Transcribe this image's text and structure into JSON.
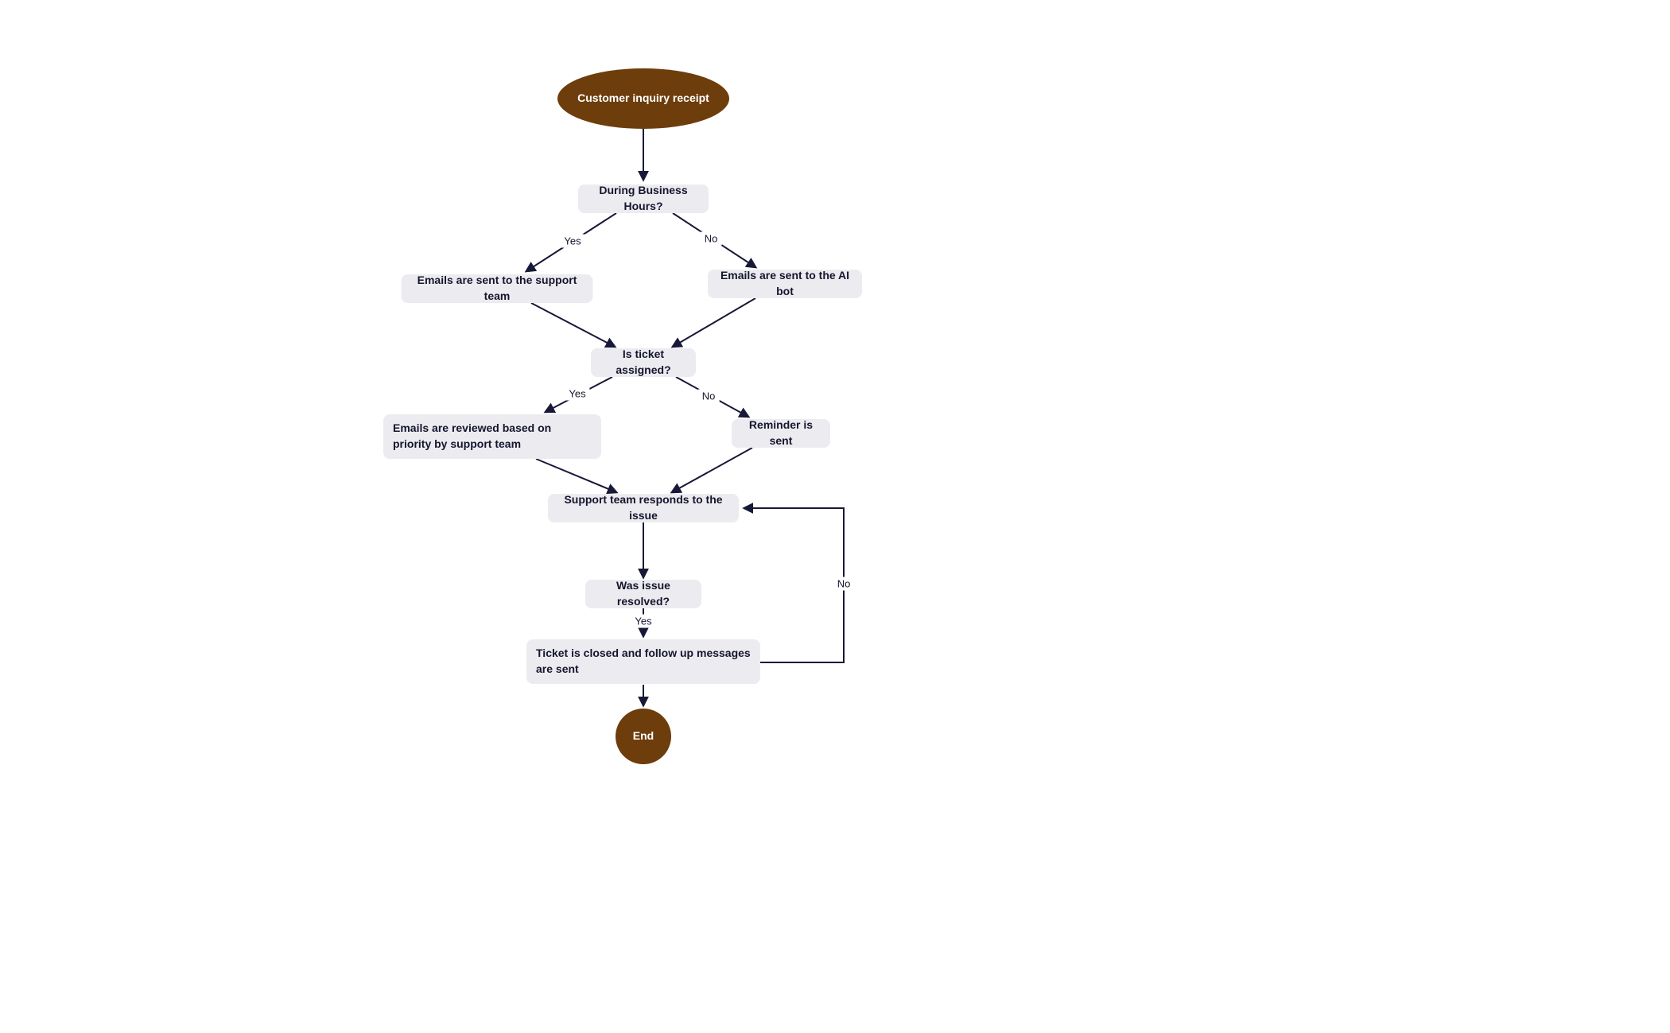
{
  "diagram": {
    "type": "flowchart",
    "nodes": {
      "start": {
        "label": "Customer inquiry receipt",
        "shape": "ellipse"
      },
      "business_hours": {
        "label": "During Business Hours?",
        "shape": "rounded-rect"
      },
      "support_team": {
        "label": "Emails are sent to the support team",
        "shape": "rounded-rect"
      },
      "ai_bot": {
        "label": "Emails are sent to the AI bot",
        "shape": "rounded-rect"
      },
      "ticket_assigned": {
        "label": "Is ticket assigned?",
        "shape": "rounded-rect"
      },
      "reviewed_priority": {
        "label": "Emails are reviewed based on priority by support team",
        "shape": "rounded-rect"
      },
      "reminder": {
        "label": "Reminder is sent",
        "shape": "rounded-rect"
      },
      "responds": {
        "label": "Support team responds to the issue",
        "shape": "rounded-rect"
      },
      "resolved": {
        "label": "Was issue resolved?",
        "shape": "rounded-rect"
      },
      "closed": {
        "label": "Ticket is closed and follow up messages are sent",
        "shape": "rounded-rect"
      },
      "end": {
        "label": "End",
        "shape": "circle"
      }
    },
    "edges": {
      "business_hours_yes": {
        "label": "Yes"
      },
      "business_hours_no": {
        "label": "No"
      },
      "ticket_assigned_yes": {
        "label": "Yes"
      },
      "ticket_assigned_no": {
        "label": "No"
      },
      "resolved_yes": {
        "label": "Yes"
      },
      "resolved_no": {
        "label": "No"
      }
    },
    "connections": [
      {
        "from": "Customer inquiry receipt",
        "to": "During Business Hours?",
        "label": ""
      },
      {
        "from": "During Business Hours?",
        "to": "Emails are sent to the support team",
        "label": "Yes"
      },
      {
        "from": "During Business Hours?",
        "to": "Emails are sent to the AI bot",
        "label": "No"
      },
      {
        "from": "Emails are sent to the support team",
        "to": "Is ticket assigned?",
        "label": ""
      },
      {
        "from": "Emails are sent to the AI bot",
        "to": "Is ticket assigned?",
        "label": ""
      },
      {
        "from": "Is ticket assigned?",
        "to": "Emails are reviewed based on priority by support team",
        "label": "Yes"
      },
      {
        "from": "Is ticket assigned?",
        "to": "Reminder is sent",
        "label": "No"
      },
      {
        "from": "Emails are reviewed based on priority by support team",
        "to": "Support team responds to the issue",
        "label": ""
      },
      {
        "from": "Reminder is sent",
        "to": "Support team responds to the issue",
        "label": ""
      },
      {
        "from": "Support team responds to the issue",
        "to": "Was issue resolved?",
        "label": ""
      },
      {
        "from": "Was issue resolved?",
        "to": "Ticket is closed and follow up messages are sent",
        "label": "Yes"
      },
      {
        "from": "Was issue resolved?",
        "to": "Support team responds to the issue",
        "label": "No"
      },
      {
        "from": "Ticket is closed and follow up messages are sent",
        "to": "End",
        "label": ""
      }
    ],
    "colors": {
      "terminal_fill": "#6e3d0c",
      "terminal_text": "#ffffff",
      "node_fill": "#ececf0",
      "node_text": "#15152e",
      "edge_color": "#181838"
    }
  }
}
